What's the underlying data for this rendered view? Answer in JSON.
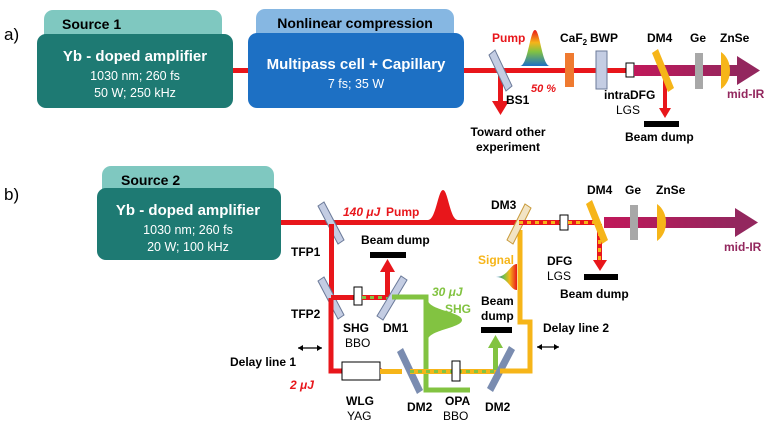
{
  "panel_a": {
    "letter": "a)",
    "source_tab": "Source 1",
    "source_title": "Yb - doped amplifier",
    "source_line1": "1030 nm; 260 fs",
    "source_line2": "50 W; 250 kHz",
    "comp_tab": "Nonlinear compression",
    "comp_title": "Multipass cell + Capillary",
    "comp_line1": "7 fs; 35 W",
    "pump": "Pump",
    "ratio": "50 %",
    "bs1": "BS1",
    "toward1": "Toward other",
    "toward2": "experiment",
    "caf2_base": "CaF",
    "caf2_sub": "2",
    "bwp": "BWP",
    "dm4": "DM4",
    "ge": "Ge",
    "znse": "ZnSe",
    "intradfg": "intraDFG",
    "lgs": "LGS",
    "beam_dump": "Beam dump",
    "mid_ir": "mid-IR"
  },
  "panel_b": {
    "letter": "b)",
    "source_tab": "Source 2",
    "source_title": "Yb - doped amplifier",
    "source_line1": "1030 nm; 260 fs",
    "source_line2": "20 W; 100 kHz",
    "energy_140": "140 μJ",
    "pump": "Pump",
    "tfp1": "TFP1",
    "tfp2": "TFP2",
    "beam_dump_1": "Beam dump",
    "energy_30": "30 μJ",
    "shg_label": "SHG",
    "shg": "SHG",
    "bbo_1": "BBO",
    "dm1": "DM1",
    "delay_line_1": "Delay line 1",
    "energy_2": "2 μJ",
    "wlg": "WLG",
    "yag": "YAG",
    "dm2_left": "DM2",
    "opa": "OPA",
    "bbo_2": "BBO",
    "dm2_right": "DM2",
    "beam_dump_2a": "Beam",
    "beam_dump_2b": "dump",
    "signal": "Signal",
    "dm3": "DM3",
    "dfg": "DFG",
    "lgs": "LGS",
    "beam_dump_3": "Beam dump",
    "delay_line_2": "Delay line 2",
    "dm4": "DM4",
    "ge": "Ge",
    "znse": "ZnSe",
    "mid_ir": "mid-IR"
  },
  "colors": {
    "pump_red": "#e8161b",
    "source_teal": "#1e7a73",
    "tab_teal": "#7fc8c0",
    "comp_blue": "#1d70c4",
    "tab_blue": "#86b7e2",
    "mid_ir_purple": "#93275e",
    "signal_yellow": "#f6b519",
    "shg_green": "#82c341",
    "ge_gray": "#a8a8a8",
    "optic_lavender": "#c4cde3",
    "caf2_orange": "#ef7a30"
  }
}
